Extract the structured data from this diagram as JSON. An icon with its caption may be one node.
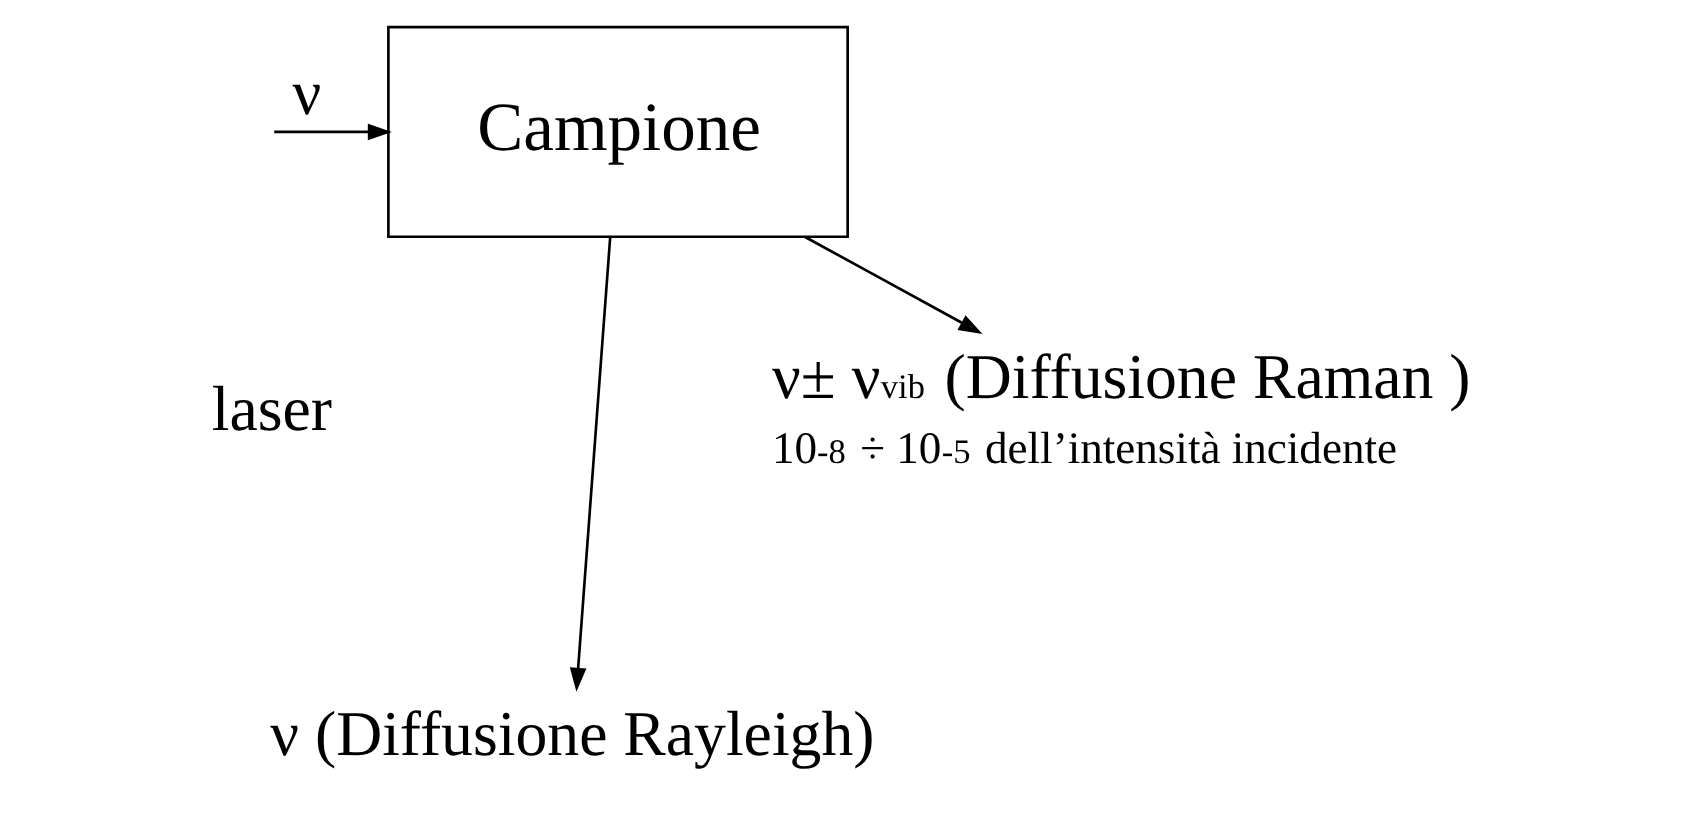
{
  "diagram": {
    "nodes": [
      {
        "text": [
          "Campione"
        ]
      },
      {
        "text": [
          "ν± ν$_{vib}$ (Diffusione Raman )",
          "10$^{-8}$ ÷ 10$^{-5}$ dell’intensità incidente"
        ]
      },
      {
        "text": [
          "ν (Diffusione Rayleigh)"
        ]
      }
    ],
    "edges": [
      {
        "from": null,
        "to": 0,
        "arrow": "to",
        "label": "ν"
      },
      {
        "from": 0,
        "to": 1,
        "arrow": "to"
      },
      {
        "from": 0,
        "to": 2,
        "arrow": "to"
      }
    ],
    "labels": [
      "laser"
    ]
  }
}
